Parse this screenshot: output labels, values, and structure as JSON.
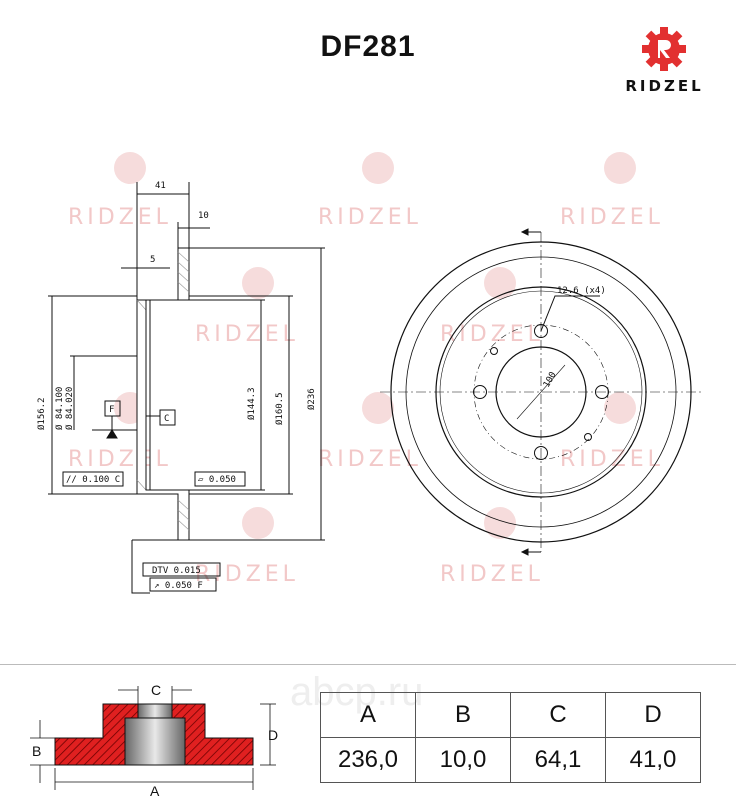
{
  "header": {
    "part_number": "DF281"
  },
  "logo": {
    "brand": "RIDZEL",
    "accent": "#e23030"
  },
  "watermark": {
    "text": "RIDZEL"
  },
  "drawing": {
    "dim_41": "41",
    "dim_10": "10",
    "dim_5": "5",
    "dim_156": "Ø156.2",
    "dim_84_100": "Ø 84.100",
    "dim_84_020": "Ø 84.020",
    "dim_144": "Ø144.3",
    "dim_160": "Ø160.5",
    "dim_236": "Ø236",
    "datum_f": "F",
    "datum_c": "C",
    "tol_parallel": "// 0.100 C",
    "tol_flat": "▱ 0.050",
    "tol_dtv": "DTV 0.015",
    "tol_runout": "↗ 0.050 F",
    "holes": "12.6 (x4)",
    "pcd": "100"
  },
  "watermark_site": "abcp.ru",
  "legend": {
    "labels": {
      "a": "A",
      "b": "B",
      "c": "C",
      "d": "D"
    },
    "headers": [
      "A",
      "B",
      "C",
      "D"
    ],
    "values": [
      "236,0",
      "10,0",
      "64,1",
      "41,0"
    ]
  }
}
